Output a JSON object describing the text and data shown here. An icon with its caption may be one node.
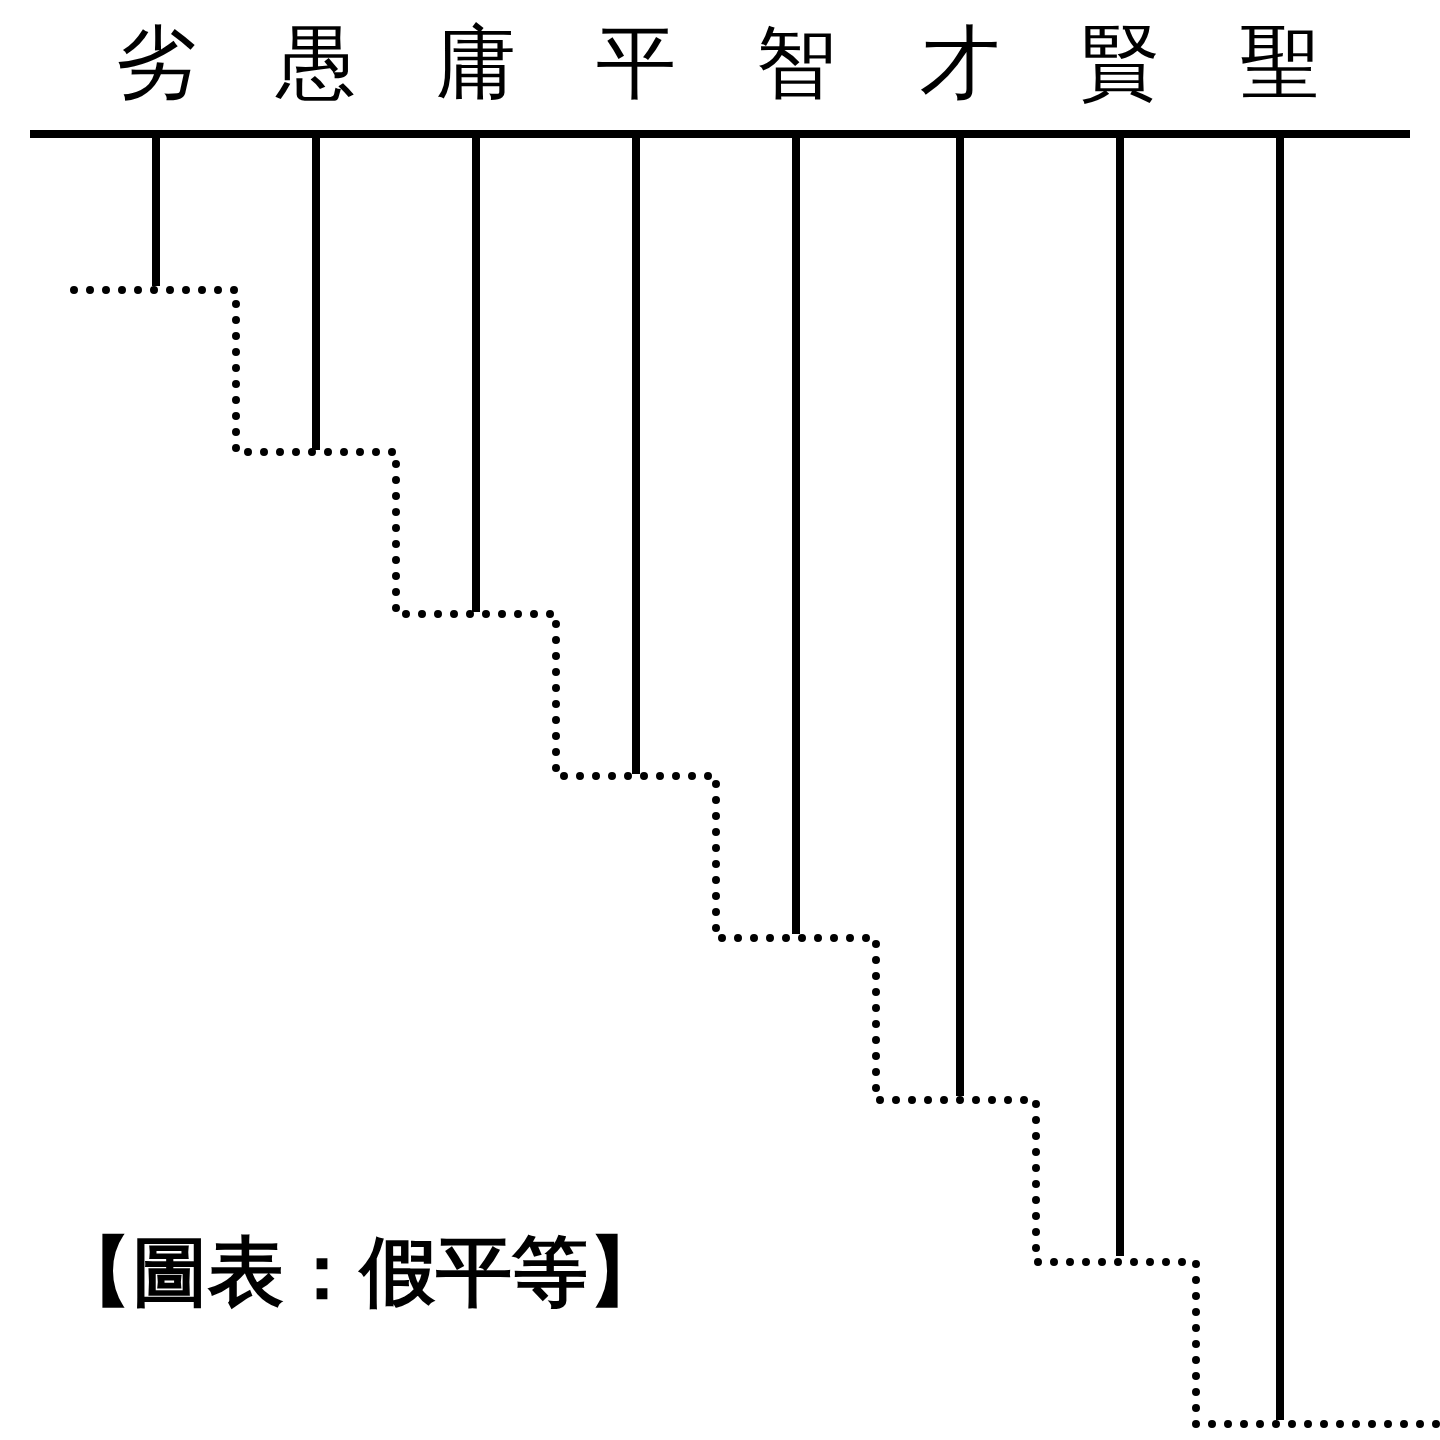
{
  "diagram": {
    "caption": "【圖表：假平等】",
    "labels": [
      "劣",
      "愚",
      "庸",
      "平",
      "智",
      "才",
      "賢",
      "聖"
    ]
  }
}
